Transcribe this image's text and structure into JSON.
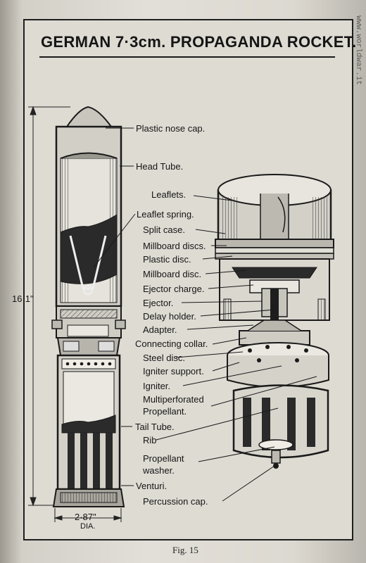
{
  "title": "GERMAN 7·3cm. PROPAGANDA ROCKET.",
  "watermark": "www.worldwar.it",
  "figure_caption": "Fig. 15",
  "dimensions": {
    "length": "16·1\"",
    "diameter": "2·87\"",
    "diameter_unit": "DIA."
  },
  "labels": {
    "plastic_nose_cap": "Plastic nose cap.",
    "head_tube": "Head Tube.",
    "leaflets": "Leaflets.",
    "leaflet_spring": "Leaflet spring.",
    "split_case": "Split case.",
    "millboard_discs": "Millboard discs.",
    "plastic_disc": "Plastic disc.",
    "millboard_disc": "Millboard disc.",
    "ejector_charge": "Ejector charge.",
    "ejector": "Ejector.",
    "delay_holder": "Delay holder.",
    "adapter": "Adapter.",
    "connecting_collar": "Connecting collar.",
    "steel_disc": "Steel disc.",
    "igniter_support": "Igniter support.",
    "igniter": "Igniter.",
    "multiperforated": "Multiperforated",
    "propellant": "Propellant.",
    "tail_tube": "Tail Tube.",
    "rib": "Rib",
    "propellant_washer_1": "Propellant",
    "propellant_washer_2": "washer.",
    "venturi": "Venturi.",
    "percussion_cap": "Percussion cap."
  }
}
